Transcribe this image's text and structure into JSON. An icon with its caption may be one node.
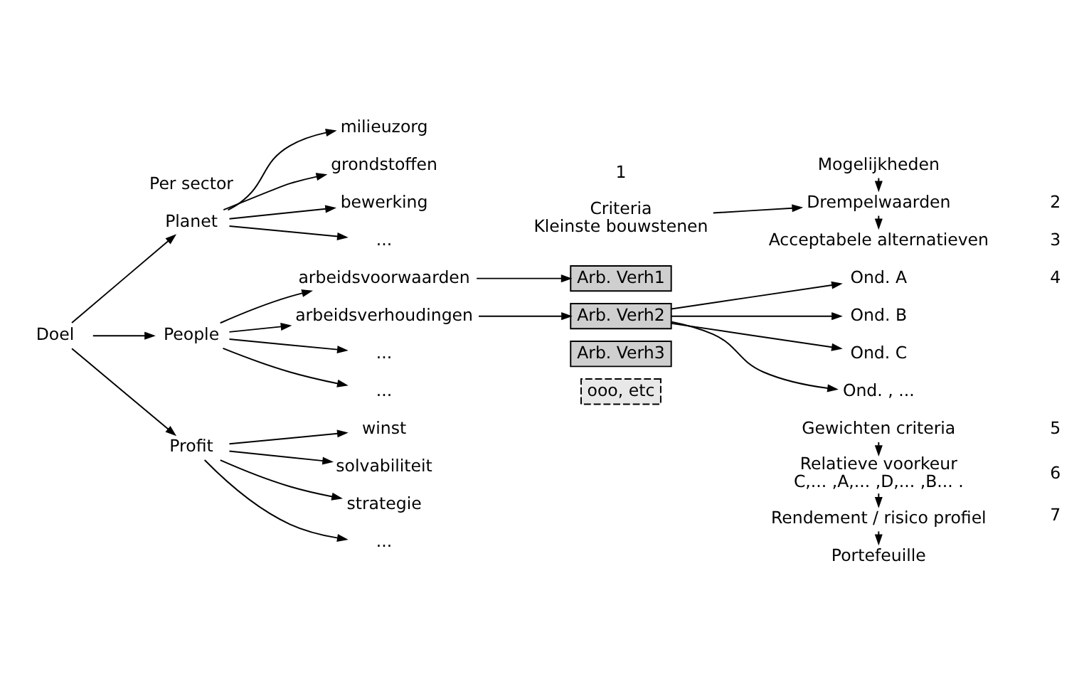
{
  "diagram": {
    "nodes": [
      {
        "text": [
          "Doel"
        ]
      },
      {
        "text": [
          "Planet"
        ]
      },
      {
        "text": [
          "milieuzorg"
        ]
      },
      {
        "text": [
          "grondstoffen"
        ]
      },
      {
        "text": [
          "bewerking"
        ]
      },
      {
        "text": [
          "..."
        ]
      },
      {
        "text": [
          "People"
        ]
      },
      {
        "text": [
          "arbeidsvoorwaarden"
        ]
      },
      {
        "text": [
          "arbeidsverhoudingen"
        ]
      },
      {
        "text": [
          "..."
        ]
      },
      {
        "text": [
          "..."
        ]
      },
      {
        "text": [
          "Profit"
        ]
      },
      {
        "text": [
          "winst"
        ]
      },
      {
        "text": [
          "solvabiliteit"
        ]
      },
      {
        "text": [
          "strategie"
        ]
      },
      {
        "text": [
          "..."
        ]
      },
      {
        "text": [
          "Criteria",
          "Kleinste bouwstenen"
        ]
      },
      {
        "text": [
          "Arb. Verh1"
        ]
      },
      {
        "text": [
          "Arb. Verh2"
        ]
      },
      {
        "text": [
          "Arb. Verh3"
        ]
      },
      {
        "text": [
          "ooo, etc"
        ]
      },
      {
        "text": [
          "Mogelijkheden"
        ]
      },
      {
        "text": [
          "Drempelwaarden"
        ]
      },
      {
        "text": [
          "Acceptabele alternatieven"
        ]
      },
      {
        "text": [
          "Ond. A"
        ]
      },
      {
        "text": [
          "Ond. B"
        ]
      },
      {
        "text": [
          "Ond. C"
        ]
      },
      {
        "text": [
          "Ond. , ..."
        ]
      },
      {
        "text": [
          "Gewichten criteria"
        ]
      },
      {
        "text": [
          "Relatieve voorkeur",
          "C,... ,A,... ,D,... ,B... ."
        ]
      },
      {
        "text": [
          "Rendement / risico profiel"
        ]
      },
      {
        "text": [
          "Portefeuille"
        ]
      }
    ],
    "edges": [
      {
        "from": 0,
        "to": 1,
        "arrow": "to"
      },
      {
        "from": 0,
        "to": 6,
        "arrow": "to"
      },
      {
        "from": 0,
        "to": 11,
        "arrow": "to"
      },
      {
        "from": 1,
        "to": 2,
        "arrow": "to"
      },
      {
        "from": 1,
        "to": 3,
        "arrow": "to"
      },
      {
        "from": 1,
        "to": 4,
        "arrow": "to"
      },
      {
        "from": 1,
        "to": 5,
        "arrow": "to"
      },
      {
        "from": 6,
        "to": 7,
        "arrow": "to"
      },
      {
        "from": 6,
        "to": 8,
        "arrow": "to"
      },
      {
        "from": 6,
        "to": 9,
        "arrow": "to"
      },
      {
        "from": 6,
        "to": 10,
        "arrow": "to"
      },
      {
        "from": 11,
        "to": 12,
        "arrow": "to"
      },
      {
        "from": 11,
        "to": 13,
        "arrow": "to"
      },
      {
        "from": 11,
        "to": 14,
        "arrow": "to"
      },
      {
        "from": 11,
        "to": 15,
        "arrow": "to"
      },
      {
        "from": 7,
        "to": 17,
        "arrow": "to"
      },
      {
        "from": 8,
        "to": 18,
        "arrow": "to"
      },
      {
        "from": 16,
        "to": 22,
        "arrow": "to"
      },
      {
        "from": 21,
        "to": 22,
        "arrow": "to"
      },
      {
        "from": 22,
        "to": 23,
        "arrow": "to"
      },
      {
        "from": 18,
        "to": 24,
        "arrow": "to"
      },
      {
        "from": 18,
        "to": 25,
        "arrow": "to"
      },
      {
        "from": 18,
        "to": 26,
        "arrow": "to"
      },
      {
        "from": 18,
        "to": 27,
        "arrow": "to"
      },
      {
        "from": 28,
        "to": 29,
        "arrow": "to"
      },
      {
        "from": 29,
        "to": 30,
        "arrow": "to"
      },
      {
        "from": 30,
        "to": 31,
        "arrow": "to"
      }
    ],
    "labels": [
      "1",
      "Per sector",
      "2",
      "3",
      "4",
      "5",
      "6",
      "7"
    ]
  }
}
